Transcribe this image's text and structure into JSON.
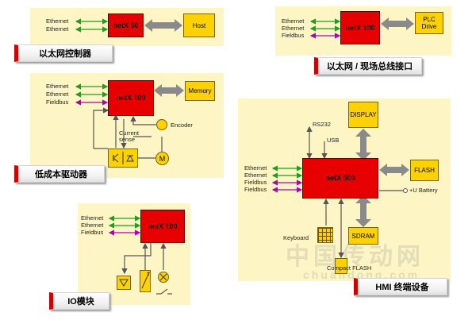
{
  "colors": {
    "ethernet": "#1aa01a",
    "fieldbus": "#b000b0",
    "chip": "#e60000",
    "block": "#fdd200",
    "panel": "#fdf5c3"
  },
  "p1": {
    "chip": "netX 50",
    "host": "Host",
    "eth1": "Ethernet",
    "eth2": "Ethernet",
    "caption": "以太网控制器"
  },
  "p2": {
    "chip": "netX 100",
    "plc": "PLC Drive",
    "eth1": "Ethernet",
    "eth2": "Ethernet",
    "fieldbus": "Fieldbus",
    "caption": "以太网 / 现场总线接口"
  },
  "p3": {
    "chip": "netX 100",
    "memory": "Memory",
    "eth1": "Ethernet",
    "eth2": "Ethernet",
    "fieldbus": "Fieldbus",
    "encoder": "Encoder",
    "current": "Current sense",
    "motor": "M",
    "caption": "低成本驱动器"
  },
  "p4": {
    "chip": "netX 100",
    "eth1": "Ethernet",
    "eth2": "Ethernet",
    "fieldbus": "Fieldbus",
    "caption": "IO模块"
  },
  "p5": {
    "chip": "netX 500",
    "display": "DISPLAY",
    "flash": "FLASH",
    "sdram": "SDRAM",
    "rs232": "RS232",
    "usb": "USB",
    "battery": "+U Battery",
    "keyboard": "Keyboard",
    "cflash": "Compact FLASH",
    "eth1": "Ethernet",
    "eth2": "Ethernet",
    "fb1": "Fieldbus",
    "fb2": "Fieldbus",
    "caption": "HMI 终端设备"
  },
  "watermark": {
    "main": "中国传动网",
    "sub": "chuandong.com"
  }
}
